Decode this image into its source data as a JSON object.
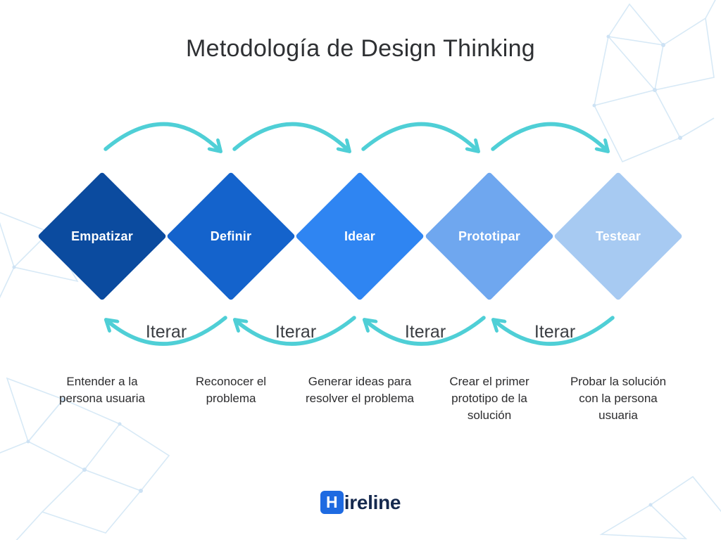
{
  "title": "Metodología de Design Thinking",
  "stages": [
    {
      "label": "Empatizar",
      "color": "#0B4B9F",
      "description": "Entender a la persona usuaria"
    },
    {
      "label": "Definir",
      "color": "#1463CC",
      "description": "Reconocer el problema"
    },
    {
      "label": "Idear",
      "color": "#2F85F2",
      "description": "Generar ideas para resolver el problema"
    },
    {
      "label": "Prototipar",
      "color": "#6FA7EF",
      "description": "Crear el primer prototipo de la solución"
    },
    {
      "label": "Testear",
      "color": "#A7CAF2",
      "description": "Probar la solución con la persona usuaria"
    }
  ],
  "iterate_labels": [
    "Iterar",
    "Iterar",
    "Iterar",
    "Iterar"
  ],
  "logo": {
    "mark": "H",
    "text": "ireline"
  },
  "colors": {
    "arrow_accent": "#4FCFD6",
    "title_text": "#2E3033",
    "description_text": "#2C2C2E",
    "iterate_text": "#3A3D42",
    "stage_label_text": "#FFFFFF",
    "logo_mark_bg": "#1E6AE1",
    "logo_mark_text": "#FFFFFF",
    "logo_text": "#15294E",
    "background": "#FFFFFF",
    "mesh_line": "#D7E9F6"
  }
}
